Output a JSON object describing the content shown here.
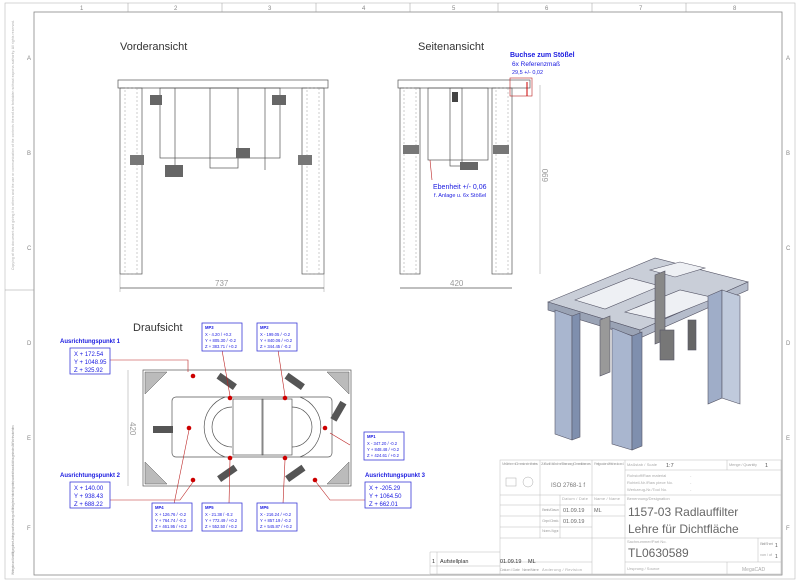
{
  "frame": {
    "columns": [
      "1",
      "2",
      "3",
      "4",
      "5",
      "6",
      "7",
      "8"
    ],
    "rows": [
      "A",
      "B",
      "C",
      "D",
      "E",
      "F"
    ],
    "side_note_top": "Copying of this document and giving it to others and the use or communication of the contents thereof are forbidden without express authority. All rights reserved.",
    "side_note_bottom": "Weitergabe und Vervielfältigung dieser Unterlage, sowie Verwertung und Mitteilung ihres Inhalts nicht gestattet, soweit nicht ausdrücklich zugestanden. Alle Rechte vorbehalten."
  },
  "views": {
    "front": {
      "title": "Vorderansicht",
      "width_dim": "737"
    },
    "side": {
      "title": "Seitenansicht",
      "width_dim": "420",
      "height_dim": "690",
      "note1_title": "Buchse zum Stößel",
      "note1_line2": "6x Referenzmaß",
      "note1_line3": "29,5 +/- 0,02",
      "note2_title": "Ebenheit +/- 0,06",
      "note2_line2": "f. Anlage u. 6x Stößel"
    },
    "top": {
      "title": "Draufsicht",
      "depth_dim": "420"
    }
  },
  "alignment_points": [
    {
      "label": "Ausrichtungspunkt 1",
      "x": "X + 172.54",
      "y": "Y + 1048.95",
      "z": "Z + 325.92"
    },
    {
      "label": "Ausrichtungspunkt 2",
      "x": "X + 140.00",
      "y": "Y + 938.43",
      "z": "Z + 688.22"
    },
    {
      "label": "Ausrichtungspunkt 3",
      "x": "X + -205.29",
      "y": "Y + 1064.50",
      "z": "Z + 662.01"
    }
  ],
  "measure_points": [
    {
      "label": "MP1",
      "x": "X - 347.20 / -0.2",
      "y": "Y + 848.48 / +0.2",
      "z": "Z + 424.61 / +0.2"
    },
    {
      "label": "MP2",
      "x": "X - 199.05 / -0.2",
      "y": "Y + 840.06 / +0.2",
      "z": "Z + 344.45 / -0.2"
    },
    {
      "label": "MP3",
      "x": "X - 4.20 / +0.2",
      "y": "Y + 805.30 / -0.2",
      "z": "Z + 383.71 / +0.2"
    },
    {
      "label": "MP4",
      "x": "X + 126.76 / -0.2",
      "y": "Y + 764.74 / -0.2",
      "z": "Z + 461.95 / +0.2"
    },
    {
      "label": "MP5",
      "x": "X - 21.38 / -0.2",
      "y": "Y + 772.49 / +0.2",
      "z": "Z + 552.50 / +0.2"
    },
    {
      "label": "MP6",
      "x": "X - 216.24 / +0.2",
      "y": "Y + 857.19 / -0.2",
      "z": "Z + 545.87 / +0.2"
    }
  ],
  "title_block": {
    "dims_label": "Maße in mm / Dimensions in millimeters",
    "tolerance_label": "Zul. Abw. f. Maße ohne Toleranzang. / General tolerances",
    "tolerance_value": "ISO 2768-1 f",
    "finish_label": "Fertigzustand / finished cond.",
    "scale_label": "Maßstab / Scale",
    "scale_value": "1:7",
    "quantity_label": "Menge / Quantity",
    "quantity_value": "1",
    "raw_material_label": "Rohstoff/Raw material",
    "raw_part_label": "Rohteil-Nr./Raw piece No.",
    "tool_label": "Werkzeug-Nr./Tool No.",
    "dash": "-",
    "date_col": "Datum / Date",
    "name_col": "Name / Name",
    "row_drawn": "Bearb. / Drawn",
    "row_checked": "Gepr. / Check.",
    "row_norm": "Norm / Appr.",
    "drawn_date": "01.09.19",
    "drawn_name": "ML",
    "checked_date": "01.09.19",
    "designation_label": "Benennung/Designation",
    "title_line1": "1157-03 Radlauffilter",
    "title_line2": "Lehre für Dichtfläche",
    "part_no_label": "Sachnummer/Part No.",
    "part_no": "TL0630589",
    "sheet_label": "Blatt / Sheet",
    "sheet_value": "1",
    "of_label": "von / of",
    "of_value": "1",
    "origin_label": "Ursprung / Source",
    "software": "MegaCAD",
    "rev_index": "1",
    "rev_text": "Aufstellplan",
    "rev_date": "01.09.19",
    "rev_name": "ML",
    "rev_date_col": "Datum / Date",
    "rev_name_col": "Name / Name",
    "rev_change_col": "Änderung / Revision"
  }
}
